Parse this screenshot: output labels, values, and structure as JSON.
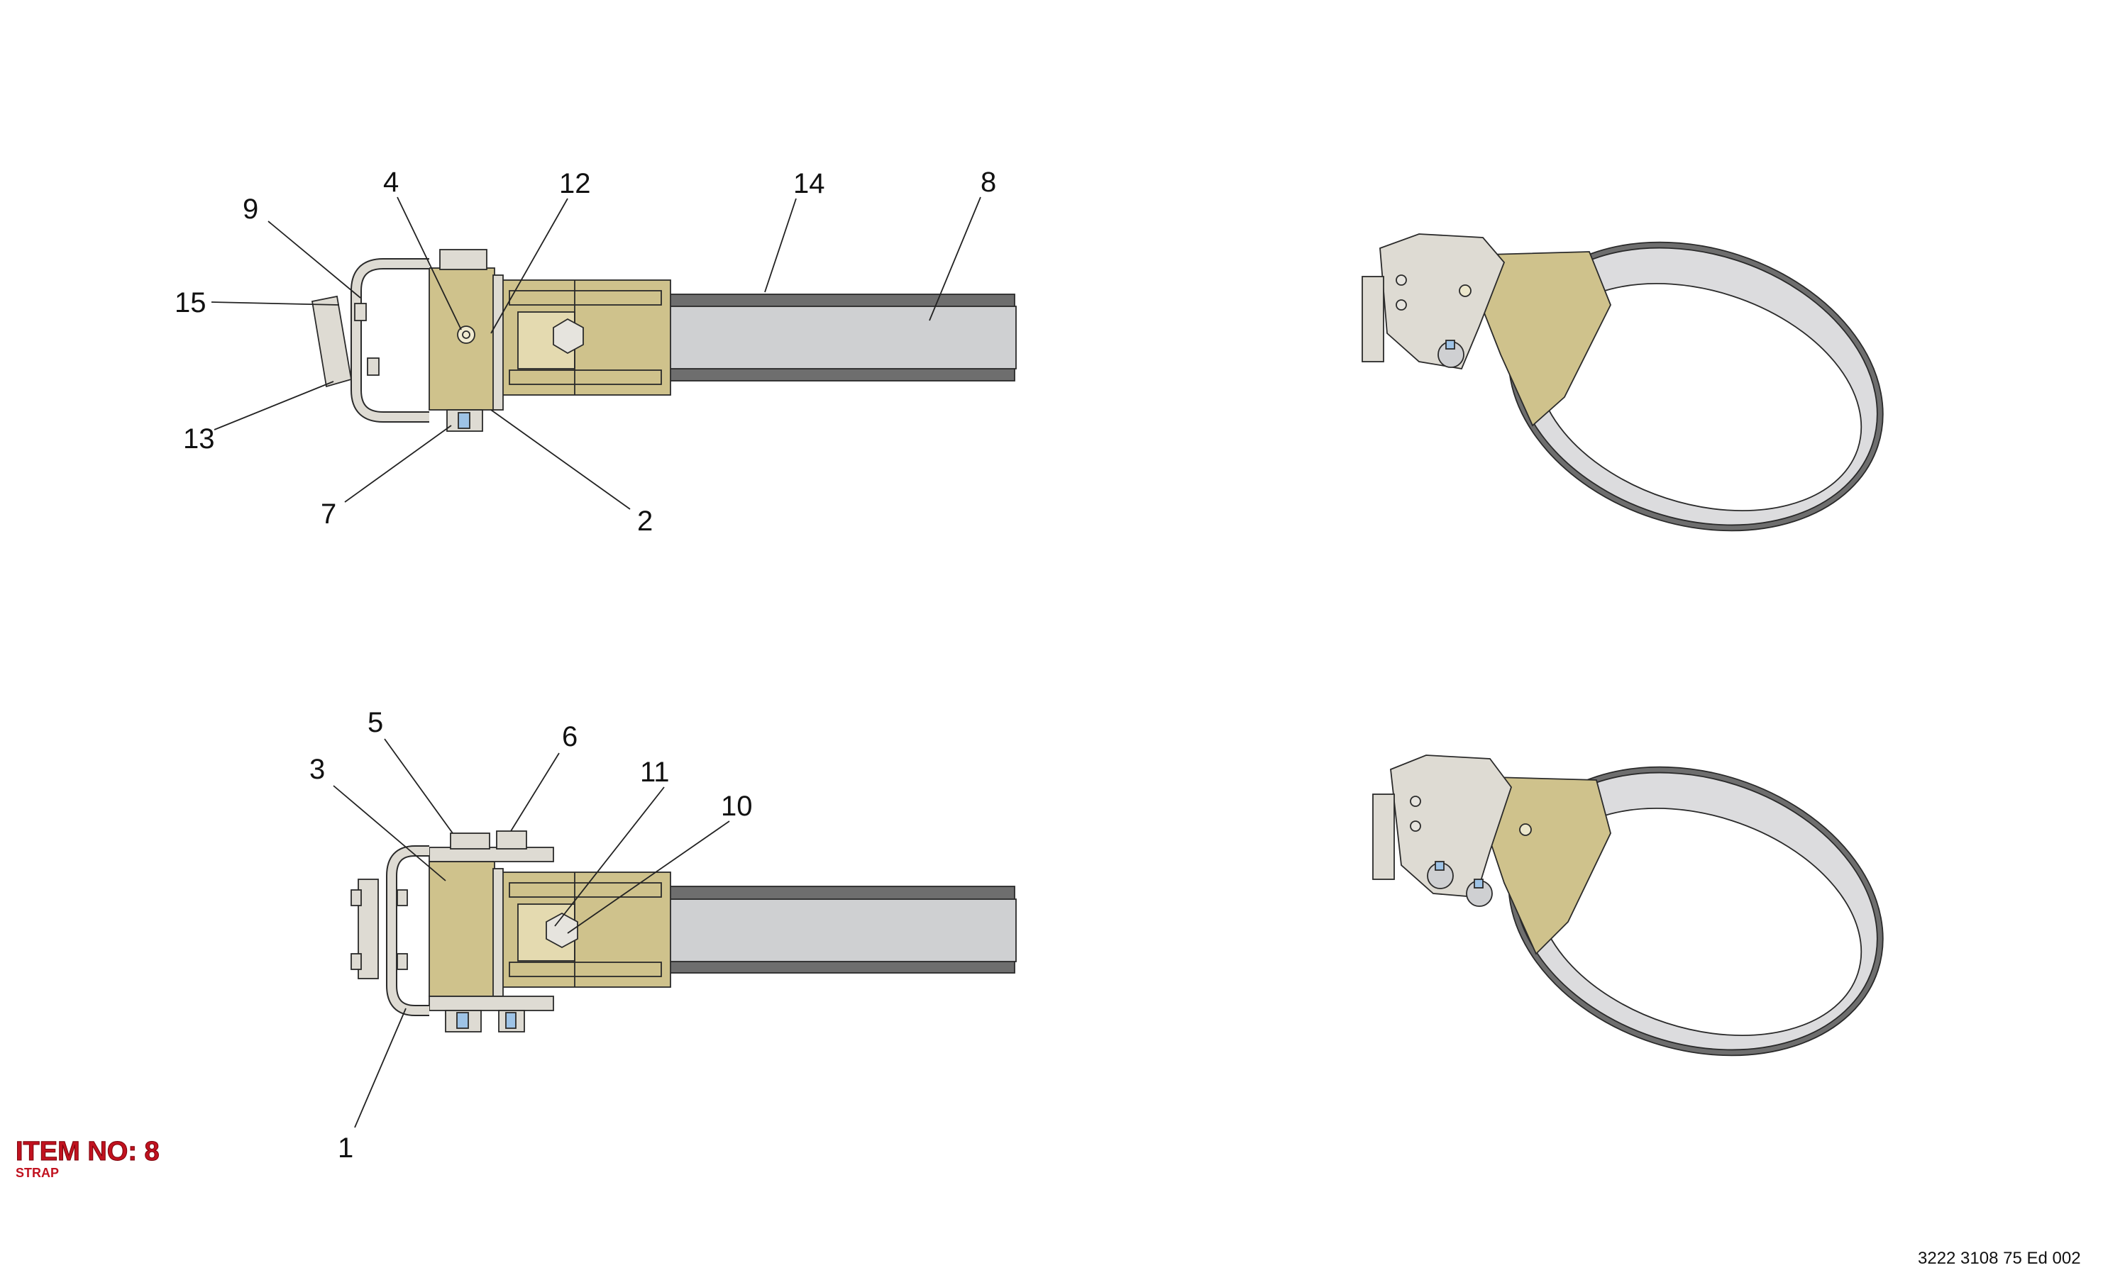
{
  "item_block": {
    "title": "ITEM NO: 8",
    "subtitle": "STRAP"
  },
  "document_ref": "3222 3108 75 Ed 002",
  "colors": {
    "bracket_gold": "#cfc28c",
    "metal_grey": "#dedbd3",
    "strap_light": "#cfd0d2",
    "strap_dark": "#6e6e6e",
    "bolt_blue": "#9ec3e6",
    "title_red": "#c1121f"
  },
  "callouts_top": [
    {
      "id": "c-9",
      "label": "9"
    },
    {
      "id": "c-4",
      "label": "4"
    },
    {
      "id": "c-12",
      "label": "12"
    },
    {
      "id": "c-14",
      "label": "14"
    },
    {
      "id": "c-8",
      "label": "8"
    },
    {
      "id": "c-15",
      "label": "15"
    },
    {
      "id": "c-13",
      "label": "13"
    },
    {
      "id": "c-7",
      "label": "7"
    },
    {
      "id": "c-2",
      "label": "2"
    }
  ],
  "callouts_bottom": [
    {
      "id": "c-5",
      "label": "5"
    },
    {
      "id": "c-6",
      "label": "6"
    },
    {
      "id": "c-3",
      "label": "3"
    },
    {
      "id": "c-11",
      "label": "11"
    },
    {
      "id": "c-10",
      "label": "10"
    },
    {
      "id": "c-1",
      "label": "1"
    }
  ]
}
